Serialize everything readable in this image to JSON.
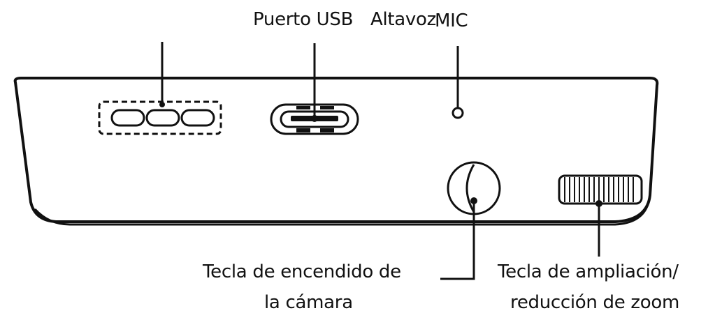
{
  "labels": {
    "usb_port": "Puerto USB",
    "speaker": "Altavoz",
    "mic": "MIC",
    "power_key": {
      "line1": "Tecla de encendido de",
      "line2": "la cámara"
    },
    "zoom_key": {
      "line1": "Tecla de ampliación/",
      "line2": "reducción de zoom"
    }
  },
  "colors": {
    "ink": "#111111",
    "background": "#ffffff"
  }
}
